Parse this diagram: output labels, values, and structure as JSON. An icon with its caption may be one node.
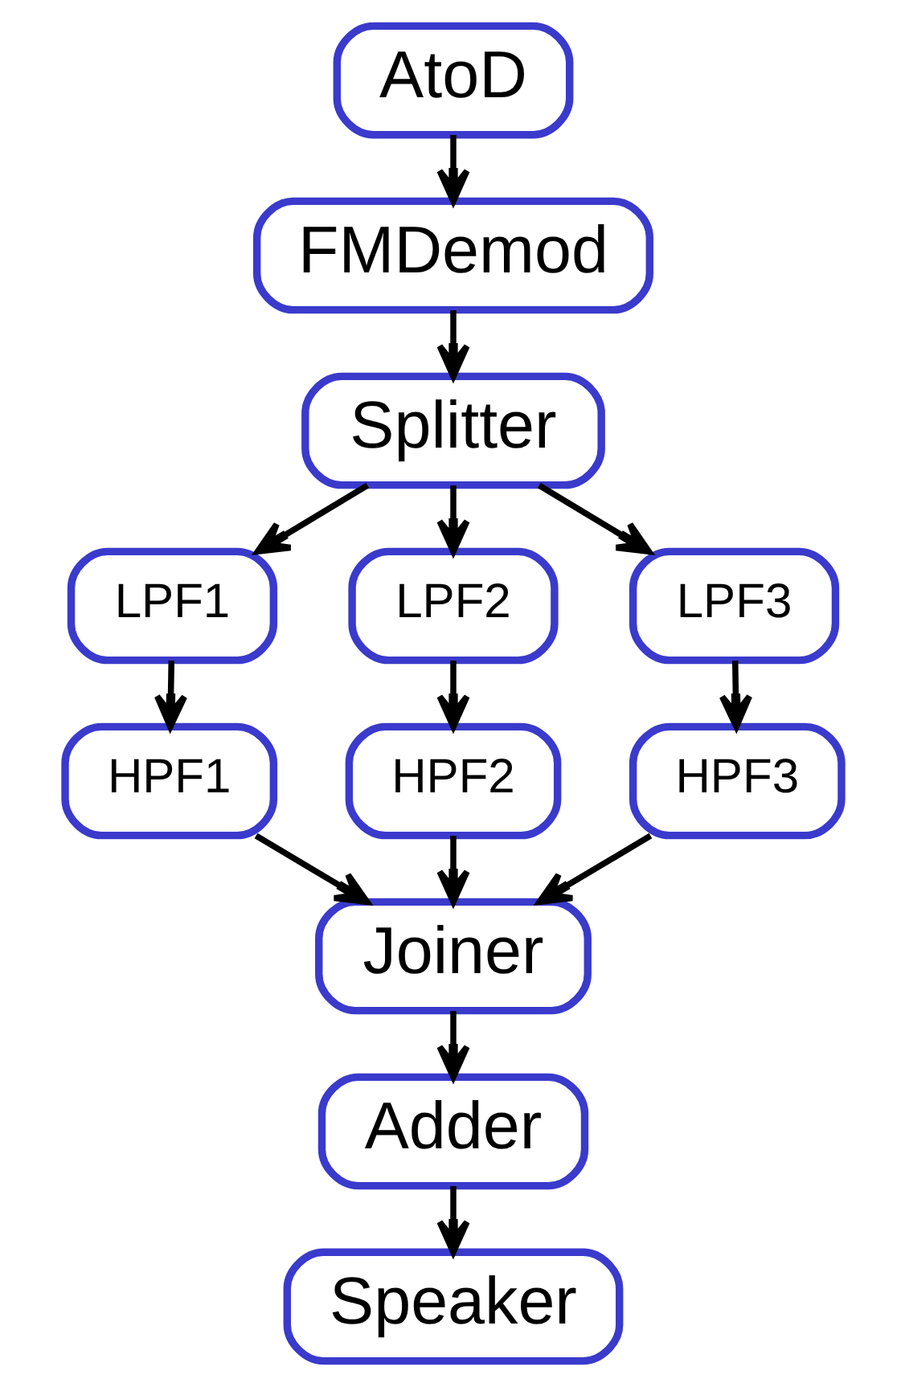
{
  "diagram": {
    "nodes": [
      {
        "text": [
          "AtoD"
        ]
      },
      {
        "text": [
          "FMDemod"
        ]
      },
      {
        "text": [
          "Splitter"
        ]
      },
      {
        "text": [
          "LPF1"
        ]
      },
      {
        "text": [
          "LPF2"
        ]
      },
      {
        "text": [
          "LPF3"
        ]
      },
      {
        "text": [
          "HPF1"
        ]
      },
      {
        "text": [
          "HPF2"
        ]
      },
      {
        "text": [
          "HPF3"
        ]
      },
      {
        "text": [
          "Joiner"
        ]
      },
      {
        "text": [
          "Adder"
        ]
      },
      {
        "text": [
          "Speaker"
        ]
      }
    ],
    "edges": [
      {
        "from": 0,
        "to": 1,
        "arrow": "to"
      },
      {
        "from": 1,
        "to": 2,
        "arrow": "to"
      },
      {
        "from": 2,
        "to": 3,
        "arrow": "to"
      },
      {
        "from": 2,
        "to": 4,
        "arrow": "to"
      },
      {
        "from": 2,
        "to": 5,
        "arrow": "to"
      },
      {
        "from": 3,
        "to": 6,
        "arrow": "to"
      },
      {
        "from": 4,
        "to": 7,
        "arrow": "to"
      },
      {
        "from": 5,
        "to": 8,
        "arrow": "to"
      },
      {
        "from": 6,
        "to": 9,
        "arrow": "to"
      },
      {
        "from": 7,
        "to": 9,
        "arrow": "to"
      },
      {
        "from": 8,
        "to": 9,
        "arrow": "to"
      },
      {
        "from": 9,
        "to": 10,
        "arrow": "to"
      },
      {
        "from": 10,
        "to": 11,
        "arrow": "to"
      }
    ]
  }
}
